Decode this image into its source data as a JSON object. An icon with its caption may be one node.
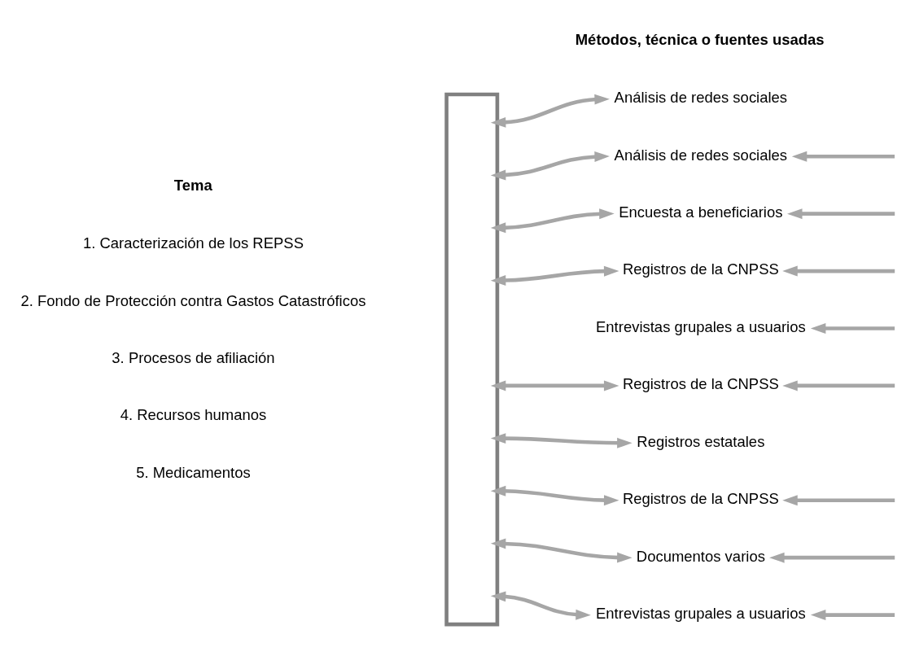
{
  "diagram": {
    "nodes": [
      {
        "text": [],
        "shape": "box"
      },
      {
        "text": [
          "Análisis de redes sociales"
        ]
      },
      {
        "text": [
          "Análisis de redes sociales"
        ]
      },
      {
        "text": [
          "Encuesta a beneficiarios"
        ]
      },
      {
        "text": [
          "Registros de la CNPSS"
        ]
      },
      {
        "text": [
          "Entrevistas grupales a usuarios"
        ]
      },
      {
        "text": [
          "Registros de la CNPSS"
        ]
      },
      {
        "text": [
          "Registros estatales"
        ]
      },
      {
        "text": [
          "Registros de la CNPSS"
        ]
      },
      {
        "text": [
          "Documentos varios"
        ]
      },
      {
        "text": [
          "Entrevistas grupales a usuarios"
        ]
      }
    ],
    "edges": [
      {
        "from": 0,
        "to": 1,
        "arrow": "both"
      },
      {
        "from": 0,
        "to": 2,
        "arrow": "both"
      },
      {
        "from": 0,
        "to": 3,
        "arrow": "both"
      },
      {
        "from": 0,
        "to": 4,
        "arrow": "both"
      },
      {
        "from": 0,
        "to": 6,
        "arrow": "both"
      },
      {
        "from": 0,
        "to": 7,
        "arrow": "both"
      },
      {
        "from": 0,
        "to": 8,
        "arrow": "both"
      },
      {
        "from": 0,
        "to": 9,
        "arrow": "both"
      },
      {
        "from": 0,
        "to": 10,
        "arrow": "both"
      },
      {
        "from": null,
        "to": 2,
        "arrow": "to"
      },
      {
        "from": null,
        "to": 3,
        "arrow": "to"
      },
      {
        "from": null,
        "to": 4,
        "arrow": "to"
      },
      {
        "from": null,
        "to": 5,
        "arrow": "to"
      },
      {
        "from": null,
        "to": 6,
        "arrow": "to"
      },
      {
        "from": null,
        "to": 8,
        "arrow": "to"
      },
      {
        "from": null,
        "to": 9,
        "arrow": "to"
      },
      {
        "from": null,
        "to": 10,
        "arrow": "to"
      }
    ],
    "labels": [
      "Tema",
      "Métodos, técnica o fuentes usadas",
      "1. Caracterización de los REPSS",
      "2. Fondo de Protección contra Gastos Catastróficos",
      "3. Procesos de afiliación",
      "4. Recursos humanos",
      "5. Medicamentos"
    ]
  }
}
